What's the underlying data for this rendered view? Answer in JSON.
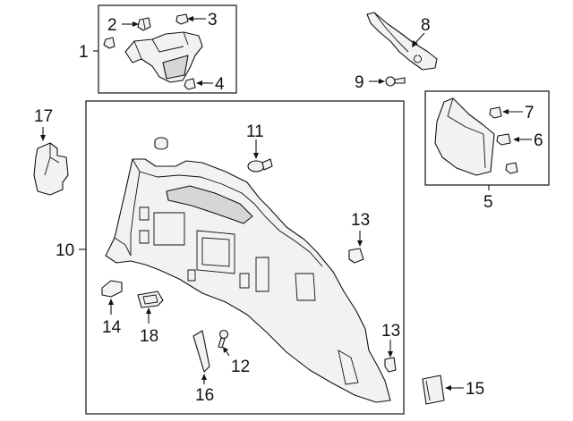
{
  "callouts": {
    "c1": "1",
    "c2": "2",
    "c3": "3",
    "c4": "4",
    "c5": "5",
    "c6": "6",
    "c7": "7",
    "c8": "8",
    "c9": "9",
    "c10": "10",
    "c11": "11",
    "c12": "12",
    "c13a": "13",
    "c13b": "13",
    "c14": "14",
    "c15": "15",
    "c16": "16",
    "c17": "17",
    "c18": "18"
  },
  "colors": {
    "line": "#111111",
    "fill": "#f2f2f2",
    "fill_dark": "#d6d6d6"
  }
}
